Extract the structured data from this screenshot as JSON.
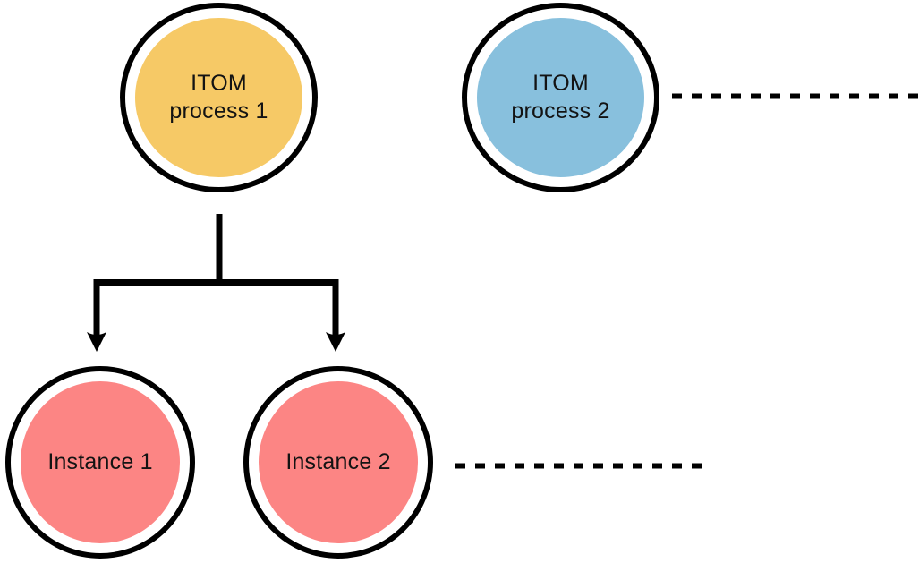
{
  "diagram": {
    "type": "process-instance-tree",
    "background_color": "#ffffff",
    "line_color": "#000000",
    "nodes": [
      {
        "id": "itom-process-1",
        "label": "ITOM process 1",
        "line1": "ITOM",
        "line2": "process 1",
        "fill_color": "#F6C966"
      },
      {
        "id": "itom-process-2",
        "label": "ITOM process 2",
        "line1": "ITOM",
        "line2": "process 2",
        "fill_color": "#88C0DD"
      },
      {
        "id": "instance-1",
        "label": "Instance 1",
        "line1": "Instance 1",
        "line2": "",
        "fill_color": "#FC8584"
      },
      {
        "id": "instance-2",
        "label": "Instance 2",
        "line1": "Instance 2",
        "line2": "",
        "fill_color": "#FC8584"
      }
    ],
    "edges": [
      {
        "from": "itom-process-1",
        "to": "instance-1",
        "style": "solid-arrow"
      },
      {
        "from": "itom-process-1",
        "to": "instance-2",
        "style": "solid-arrow"
      },
      {
        "from": "itom-process-2",
        "to": "offscreen-right",
        "style": "dashed"
      },
      {
        "from": "instance-2",
        "to": "offscreen-right",
        "style": "dashed"
      }
    ]
  }
}
